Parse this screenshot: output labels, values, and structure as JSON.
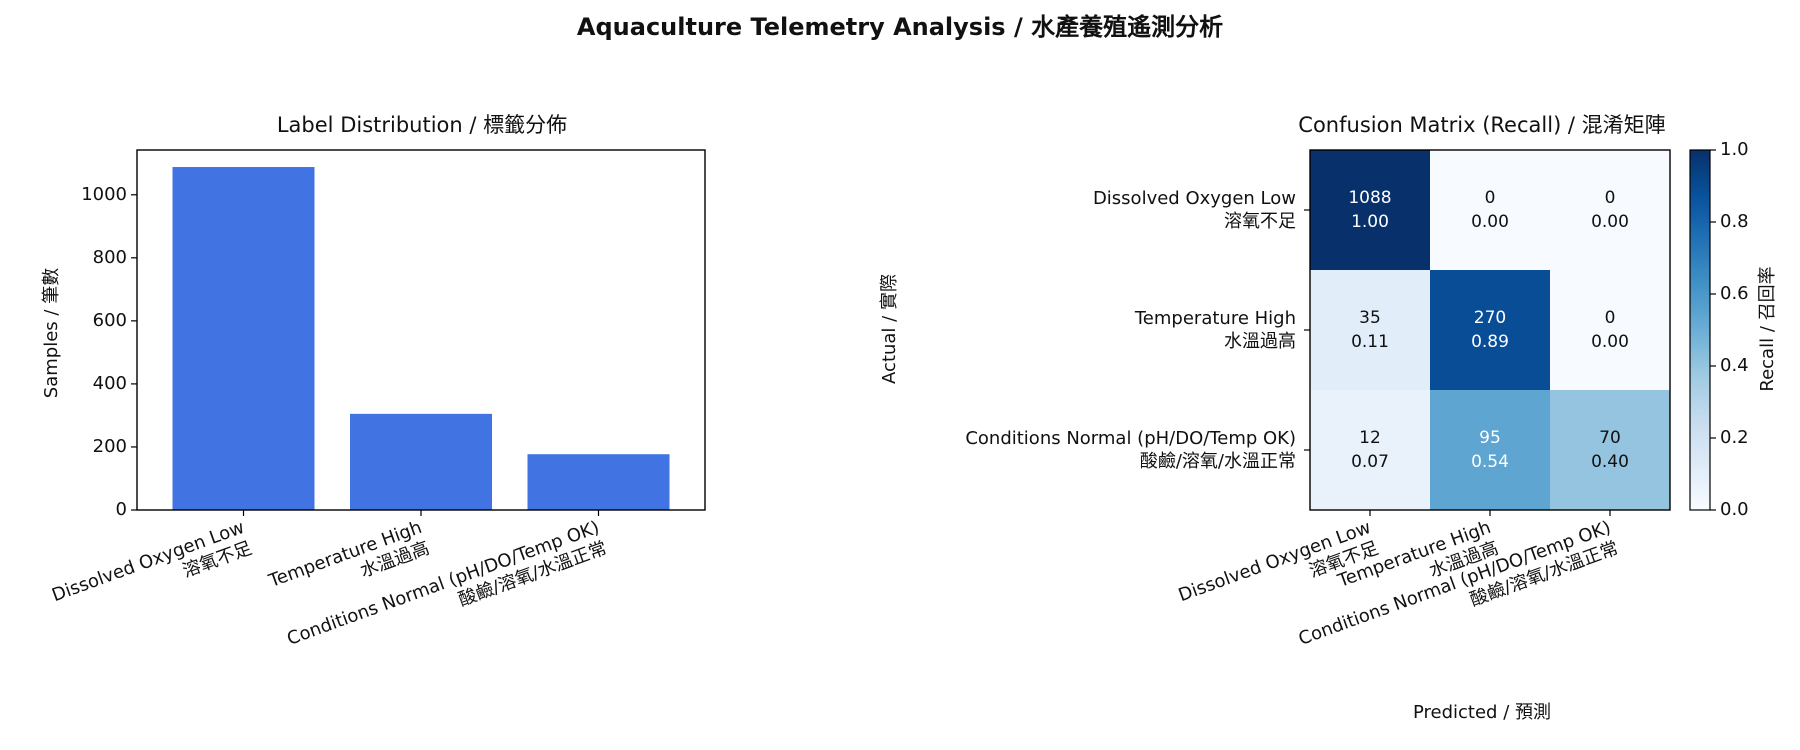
{
  "figure": {
    "suptitle": "Aquaculture Telemetry Analysis / 水產養殖遙測分析"
  },
  "chart_data": [
    {
      "type": "bar",
      "title": "Label Distribution / 標籤分佈",
      "xlabel": "",
      "ylabel": "Samples / 筆數",
      "categories": [
        [
          "Dissolved Oxygen Low",
          "溶氧不足"
        ],
        [
          "Temperature High",
          "水溫過高"
        ],
        [
          "Conditions Normal (pH/DO/Temp OK)",
          "酸鹼/溶氧/水溫正常"
        ]
      ],
      "values": [
        1088,
        305,
        177
      ],
      "ylim": [
        0,
        1142
      ],
      "yticks": [
        0,
        200,
        400,
        600,
        800,
        1000
      ],
      "bar_color": "#4174e2",
      "grid": false
    },
    {
      "type": "heatmap",
      "title": "Confusion Matrix (Recall) / 混淆矩陣",
      "xlabel": "Predicted / 預測",
      "ylabel": "Actual / 實際",
      "rows": [
        [
          "Dissolved Oxygen Low",
          "溶氧不足"
        ],
        [
          "Temperature High",
          "水溫過高"
        ],
        [
          "Conditions Normal (pH/DO/Temp OK)",
          "酸鹼/溶氧/水溫正常"
        ]
      ],
      "cols": [
        [
          "Dissolved Oxygen Low",
          "溶氧不足"
        ],
        [
          "Temperature High",
          "水溫過高"
        ],
        [
          "Conditions Normal (pH/DO/Temp OK)",
          "酸鹼/溶氧/水溫正常"
        ]
      ],
      "counts": [
        [
          1088,
          0,
          0
        ],
        [
          35,
          270,
          0
        ],
        [
          12,
          95,
          70
        ]
      ],
      "recall": [
        [
          "1.00",
          "0.00",
          "0.00"
        ],
        [
          "0.11",
          "0.89",
          "0.00"
        ],
        [
          "0.07",
          "0.54",
          "0.40"
        ]
      ],
      "colormap": "Blues",
      "colorbar": {
        "label": "Recall / 召回率",
        "range": [
          0,
          1
        ],
        "ticks": [
          "0.0",
          "0.2",
          "0.4",
          "0.6",
          "0.8",
          "1.0"
        ]
      },
      "grid": false
    }
  ]
}
